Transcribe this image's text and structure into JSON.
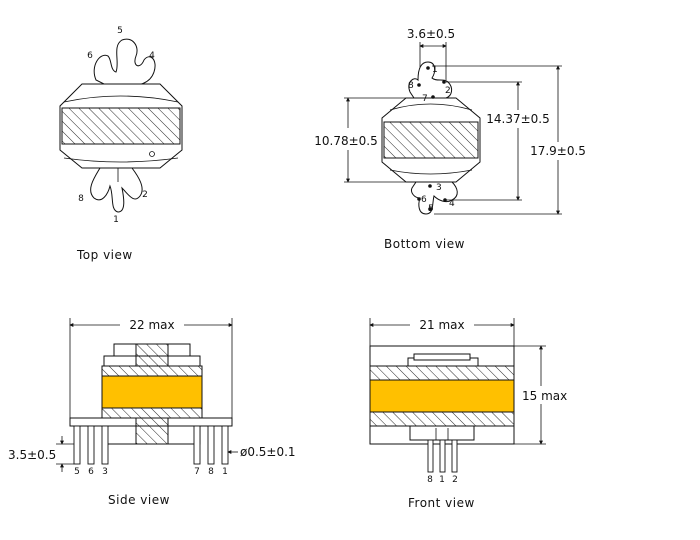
{
  "views": {
    "top": {
      "caption": "Top view",
      "pins": [
        "5",
        "6",
        "4",
        "8",
        "2",
        "1"
      ]
    },
    "bottom": {
      "caption": "Bottom view",
      "pins": [
        "1",
        "2",
        "8",
        "7",
        "3",
        "6",
        "4",
        "5"
      ]
    },
    "side": {
      "caption": "Side view",
      "pins_left": [
        "5",
        "6",
        "3"
      ],
      "pins_right": [
        "7",
        "8",
        "1"
      ]
    },
    "front": {
      "caption": "Front view",
      "pins": [
        "8",
        "1",
        "2"
      ]
    }
  },
  "dimensions": {
    "pin_pitch": "3.6±0.5",
    "core_width": "10.78±0.5",
    "pin_span": "14.37±0.5",
    "overall_length": "17.9±0.5",
    "side_width": "22 max",
    "front_width": "21 max",
    "height": "15 max",
    "pin_length": "3.5±0.5",
    "pin_diameter": "ø0.5±0.1"
  },
  "colors": {
    "coil": "#ffc000",
    "line": "#111111"
  }
}
